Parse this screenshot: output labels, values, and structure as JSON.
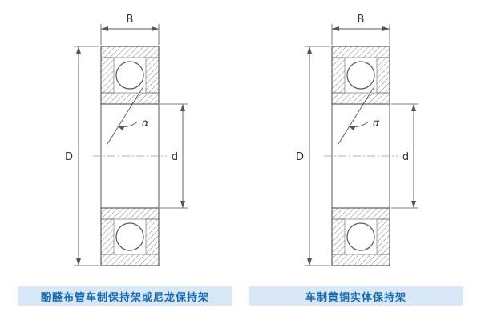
{
  "figures": [
    {
      "caption": "酚醛布管车制保持架或尼龙保持架",
      "labels": {
        "width": "B",
        "outer_diameter": "D",
        "bore_diameter": "d",
        "contact_angle": "α"
      }
    },
    {
      "caption": "车制黄铜实体保持架",
      "labels": {
        "width": "B",
        "outer_diameter": "D",
        "bore_diameter": "d",
        "contact_angle": "α"
      }
    }
  ],
  "colors": {
    "caption_background": "#d9e8f6",
    "caption_text": "#1569b3",
    "line": "#555555"
  }
}
